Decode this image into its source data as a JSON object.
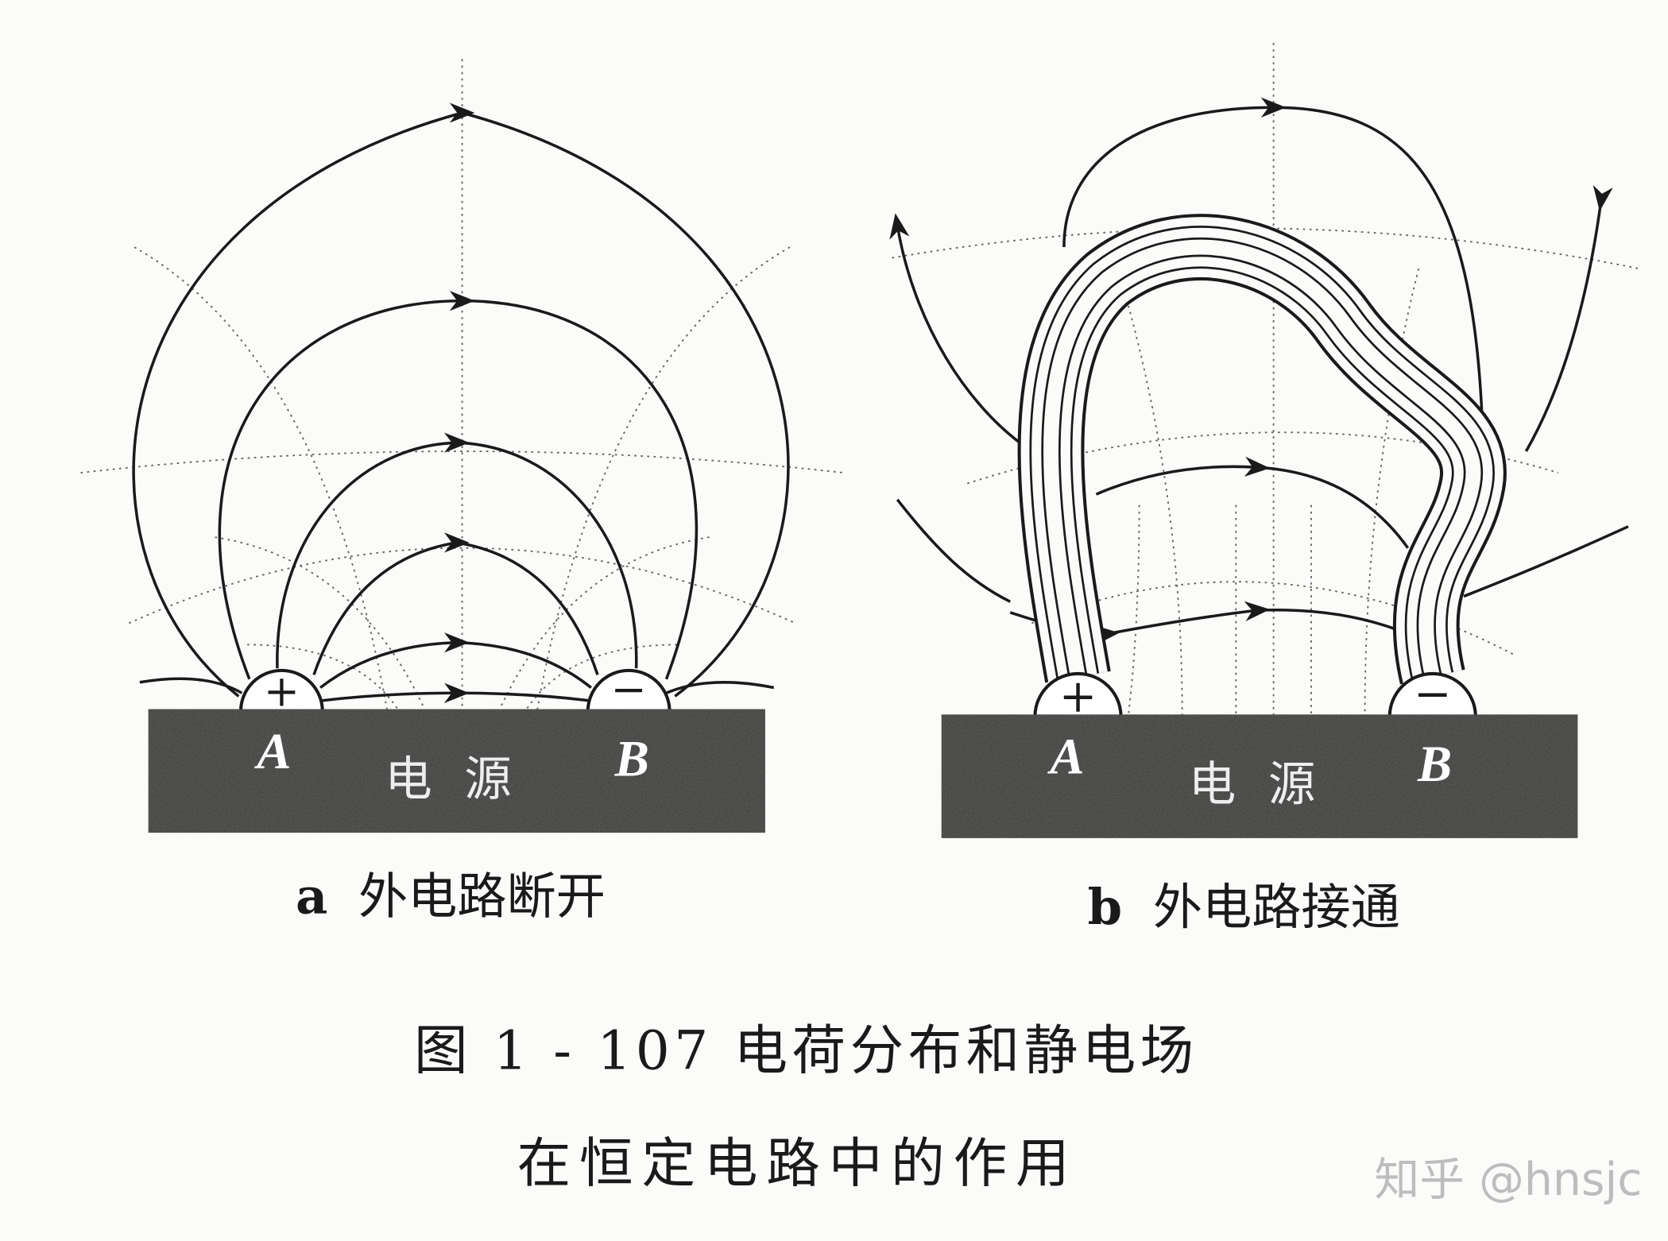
{
  "panel_a": {
    "caption_letter": "a",
    "caption_text": "外电路断开",
    "source_label": "电源",
    "terminal_a": "A",
    "terminal_b": "B",
    "plus": "+",
    "minus": "−"
  },
  "panel_b": {
    "caption_letter": "b",
    "caption_text": "外电路接通",
    "source_label": "电源",
    "terminal_a": "A",
    "terminal_b": "B",
    "plus": "+",
    "minus": "−"
  },
  "figure_caption": {
    "line1": "图 1 - 107 电荷分布和静电场",
    "line2": "在恒定电路中的作用"
  },
  "watermark": "知乎 @hnsjc",
  "colors": {
    "ink": "#1a1a1a",
    "source_block": "#3a3a38",
    "paper": "#fbfbf9"
  }
}
